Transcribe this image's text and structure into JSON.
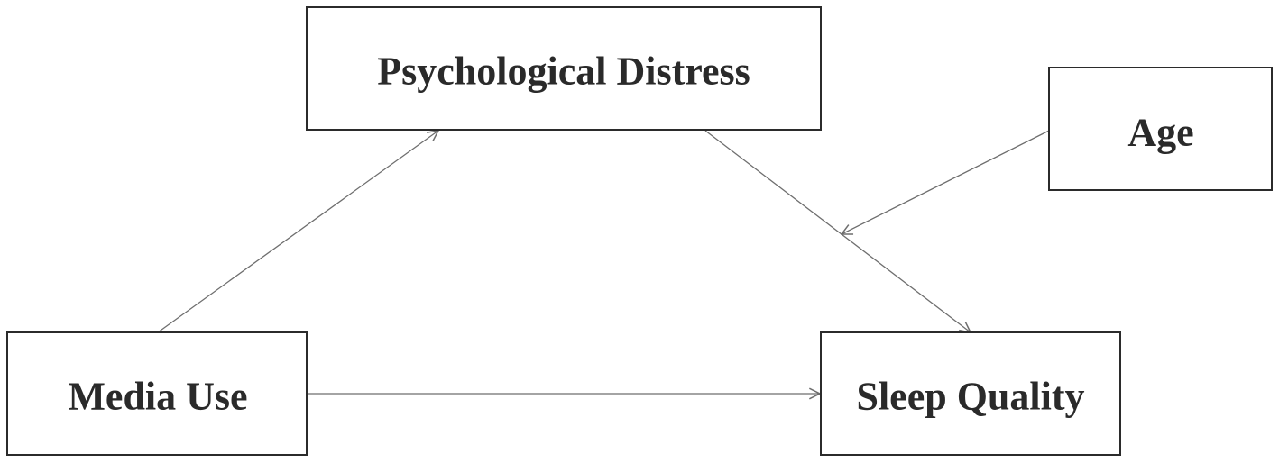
{
  "nodes": {
    "psychological_distress": "Psychological Distress",
    "age": "Age",
    "media_use": "Media Use",
    "sleep_quality": "Sleep Quality"
  },
  "edges": [
    {
      "from": "media_use",
      "to": "psychological_distress"
    },
    {
      "from": "psychological_distress",
      "to": "sleep_quality"
    },
    {
      "from": "media_use",
      "to": "sleep_quality"
    },
    {
      "from": "age",
      "to": "psychological_distress->sleep_quality",
      "type": "moderation"
    }
  ],
  "colors": {
    "box_stroke": "#2b2b2b",
    "edge_stroke": "#6e6e6e",
    "text": "#2a2a2a"
  }
}
